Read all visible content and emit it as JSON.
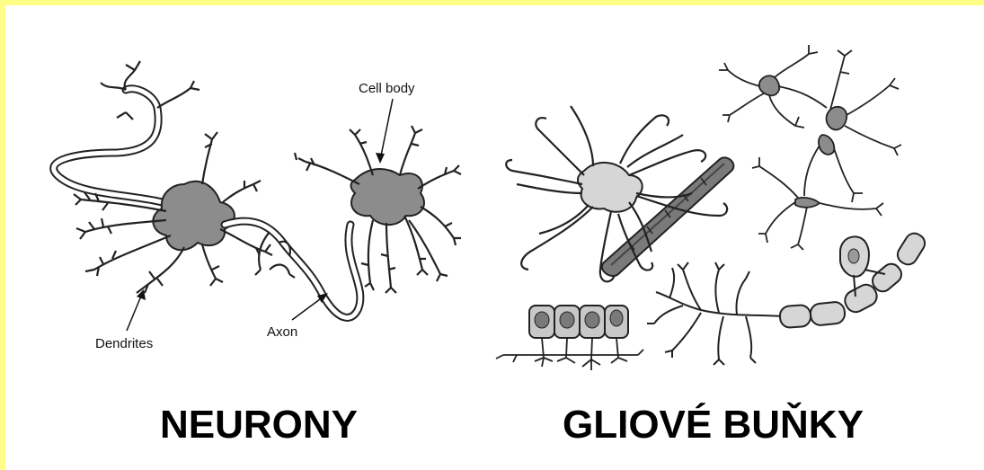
{
  "labels": {
    "cell_body": "Cell body",
    "dendrites": "Dendrites",
    "axon": "Axon"
  },
  "titles": {
    "neurons": "NEURONY",
    "glia": "GLIOVÉ BUŇKY"
  },
  "colors": {
    "border": "#ffff88",
    "cell_fill": "#8c8c8c",
    "glia_fill": "#c8c8c8",
    "stroke": "#222222"
  }
}
